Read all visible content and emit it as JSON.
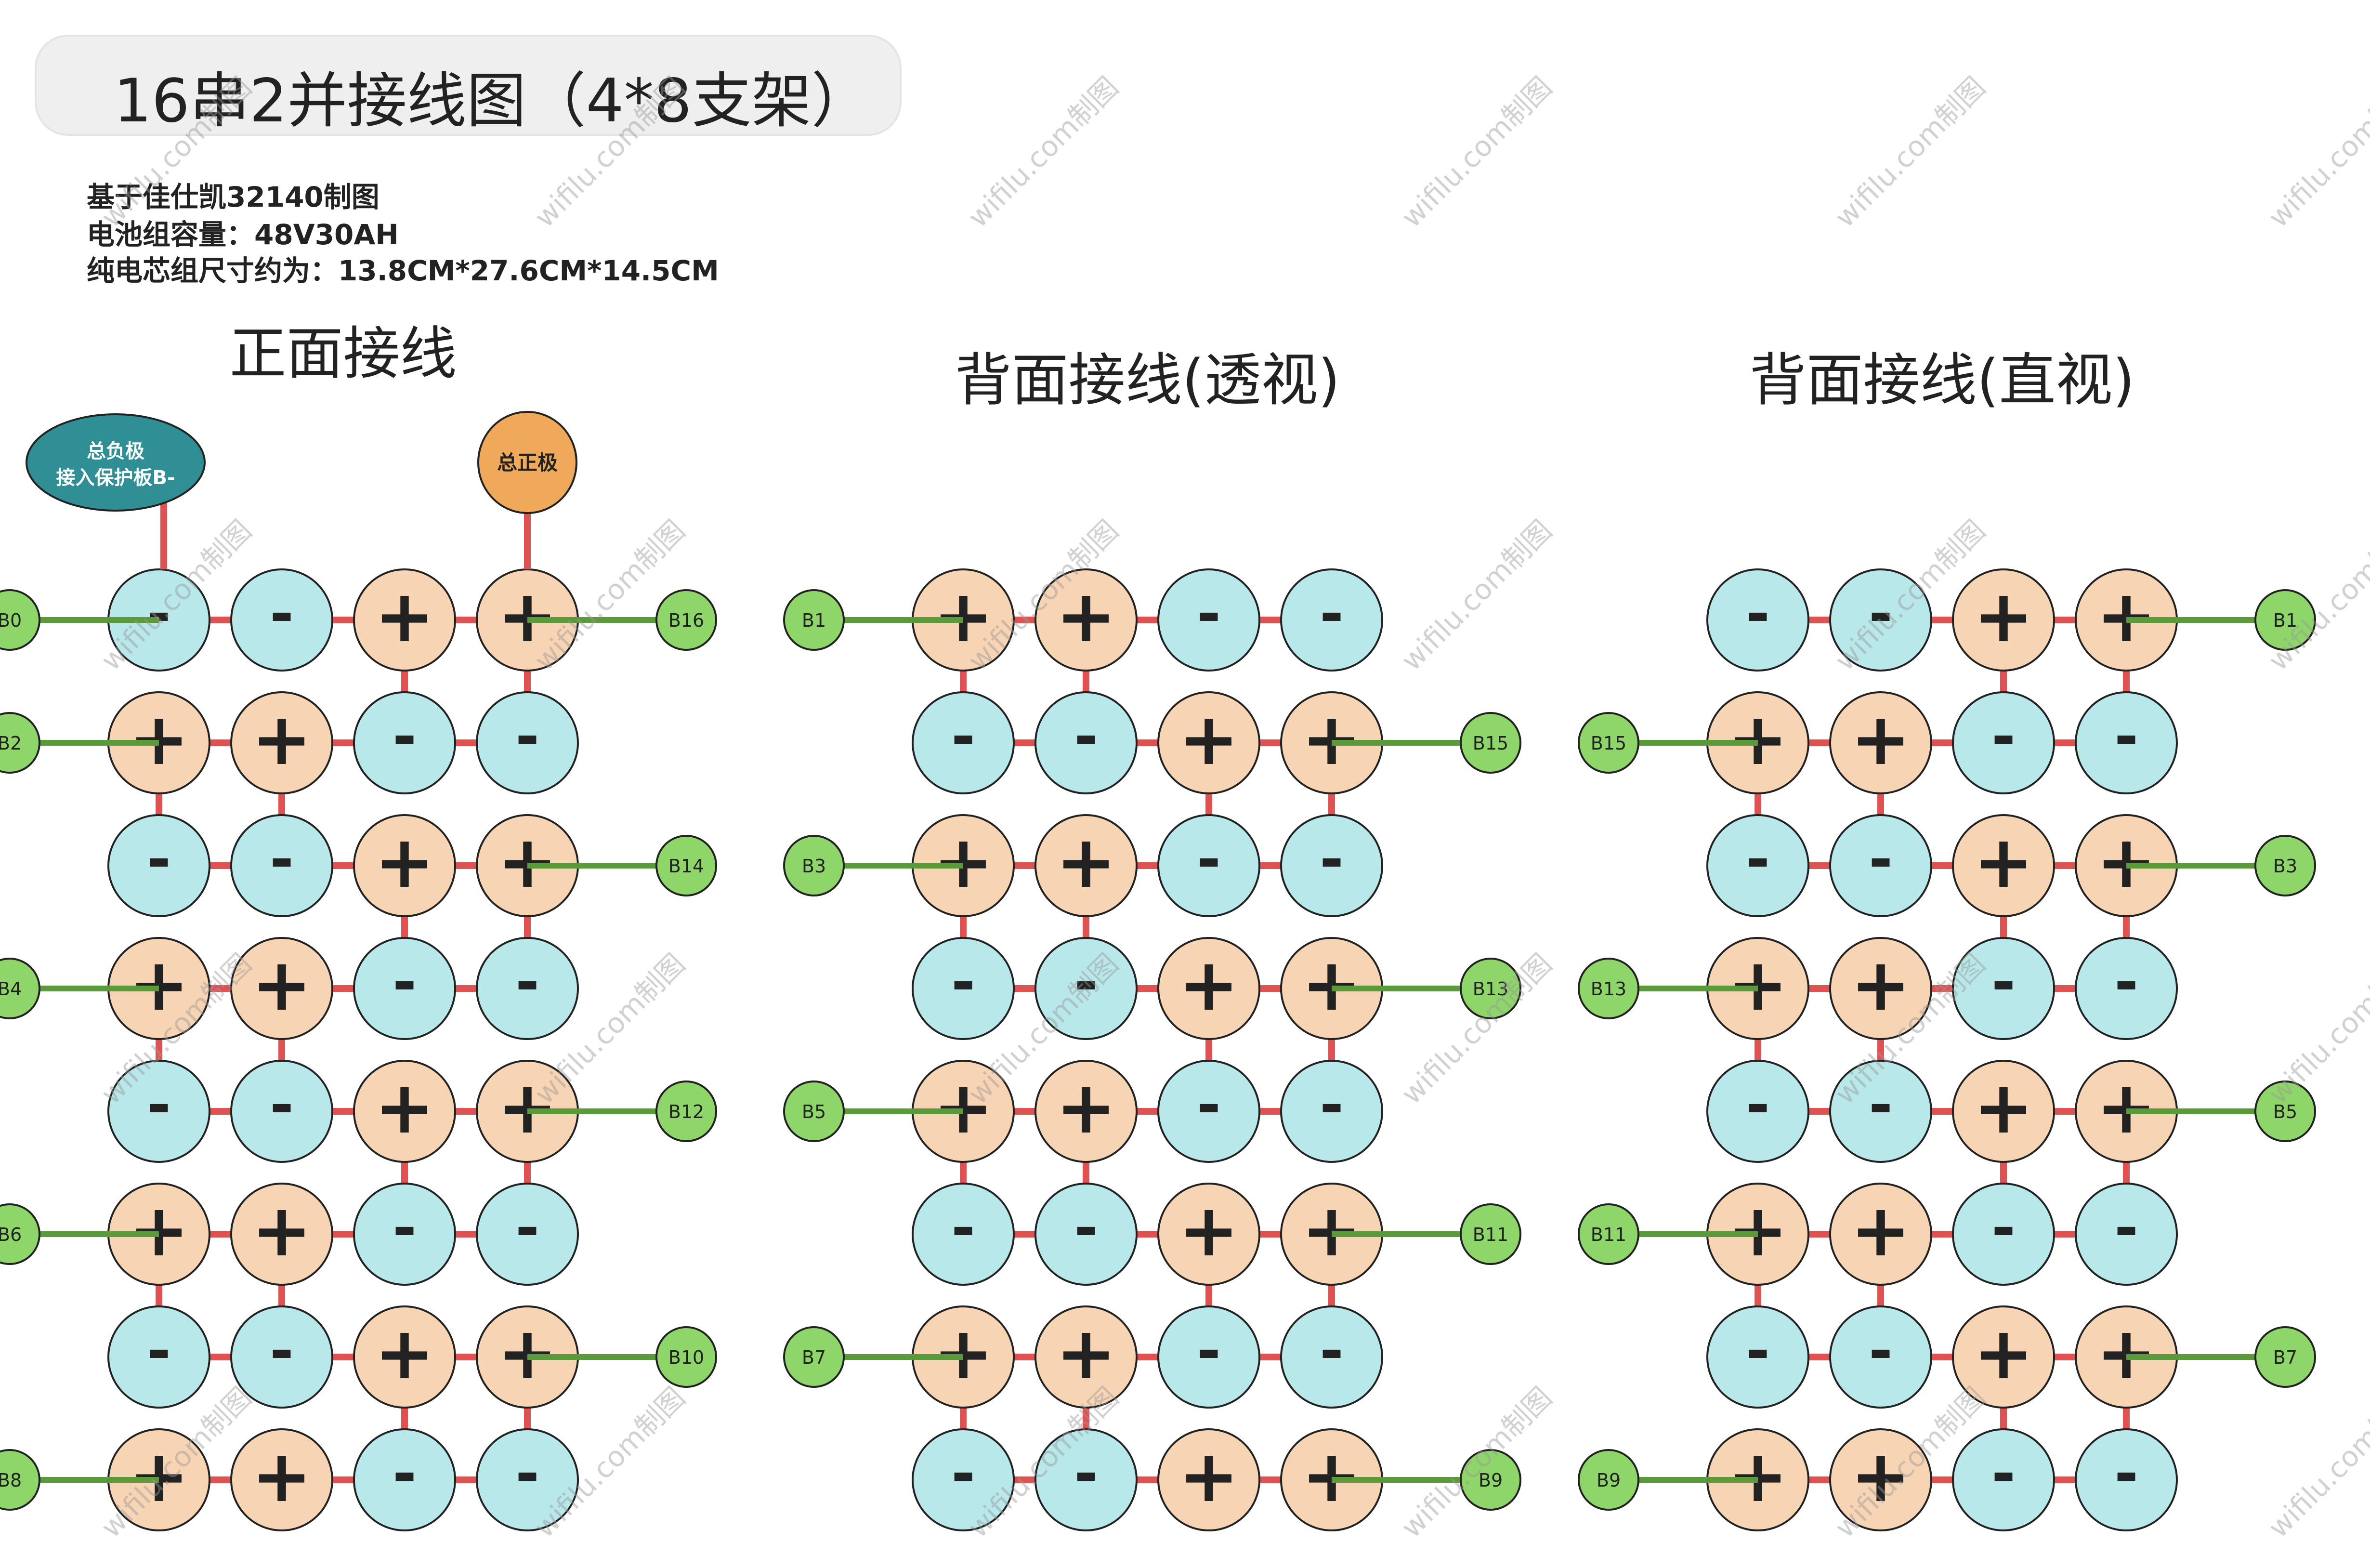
{
  "title": "16串2并接线图（4*8支架）",
  "info": {
    "line1": "基于佳仕凯32140制图",
    "line2": "电池组容量：48V30AH",
    "line3": "纯电芯组尺寸约为：13.8CM*27.6CM*14.5CM"
  },
  "watermark": "wifilu.com制图",
  "colors": {
    "positive_cell": "#f7d4b3",
    "negative_cell": "#b8e8ea",
    "red_link": "#e05252",
    "green_lead": "#5a9a3a",
    "tap_node": "#8fd66a",
    "neg_terminal": "#2f8f95",
    "pos_terminal": "#f0a85a"
  },
  "symbols": {
    "plus": "+",
    "minus": "-"
  },
  "panels": [
    {
      "title": "正面接线",
      "rows": [
        "--++",
        "++--",
        "--++",
        "++--",
        "--++",
        "++--",
        "--++",
        "++--"
      ],
      "left_taps": [
        "B0",
        "B2",
        "",
        "B4",
        "",
        "B6",
        "",
        "B8"
      ],
      "right_taps": [
        "B16",
        "",
        "B14",
        "",
        "B12",
        "",
        "B10",
        ""
      ],
      "main_neg_line1": "总负极",
      "main_neg_line2": "接入保护板B-",
      "main_pos": "总正极"
    },
    {
      "title": "背面接线(透视)",
      "rows": [
        "++--",
        "--++",
        "++--",
        "--++",
        "++--",
        "--++",
        "++--",
        "--++"
      ],
      "left_taps": [
        "B1",
        "",
        "B3",
        "",
        "B5",
        "",
        "B7",
        ""
      ],
      "right_taps": [
        "",
        "B15",
        "",
        "B13",
        "",
        "B11",
        "",
        "B9"
      ]
    },
    {
      "title": "背面接线(直视)",
      "rows": [
        "--++",
        "++--",
        "--++",
        "++--",
        "--++",
        "++--",
        "--++",
        "++--"
      ],
      "left_taps": [
        "",
        "B15",
        "",
        "B13",
        "",
        "B11",
        "",
        "B9"
      ],
      "right_taps": [
        "B1",
        "",
        "B3",
        "",
        "B5",
        "",
        "B7",
        ""
      ]
    }
  ]
}
